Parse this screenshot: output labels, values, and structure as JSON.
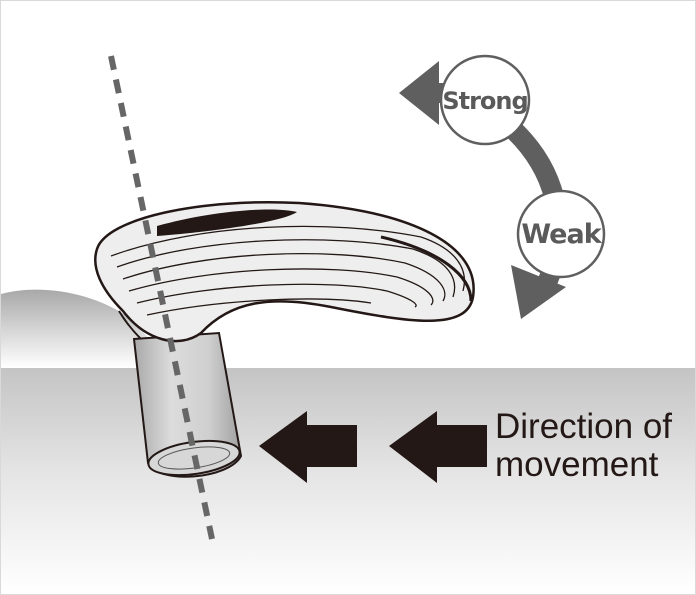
{
  "labels": {
    "strong": "Strong",
    "weak": "Weak",
    "direction_line1": "Direction of",
    "direction_line2": "movement"
  },
  "colors": {
    "arrow_dark": "#231815",
    "arrow_gray": "#5f5f5f",
    "device_fill": "#eeeeee",
    "outline": "#231815",
    "skin_gray": "#bdbdbd"
  },
  "icons": {
    "strength_arrow": "curved-arrow-icon",
    "movement_arrows": "left-arrow-icon",
    "axis": "dashed-axis-line"
  }
}
